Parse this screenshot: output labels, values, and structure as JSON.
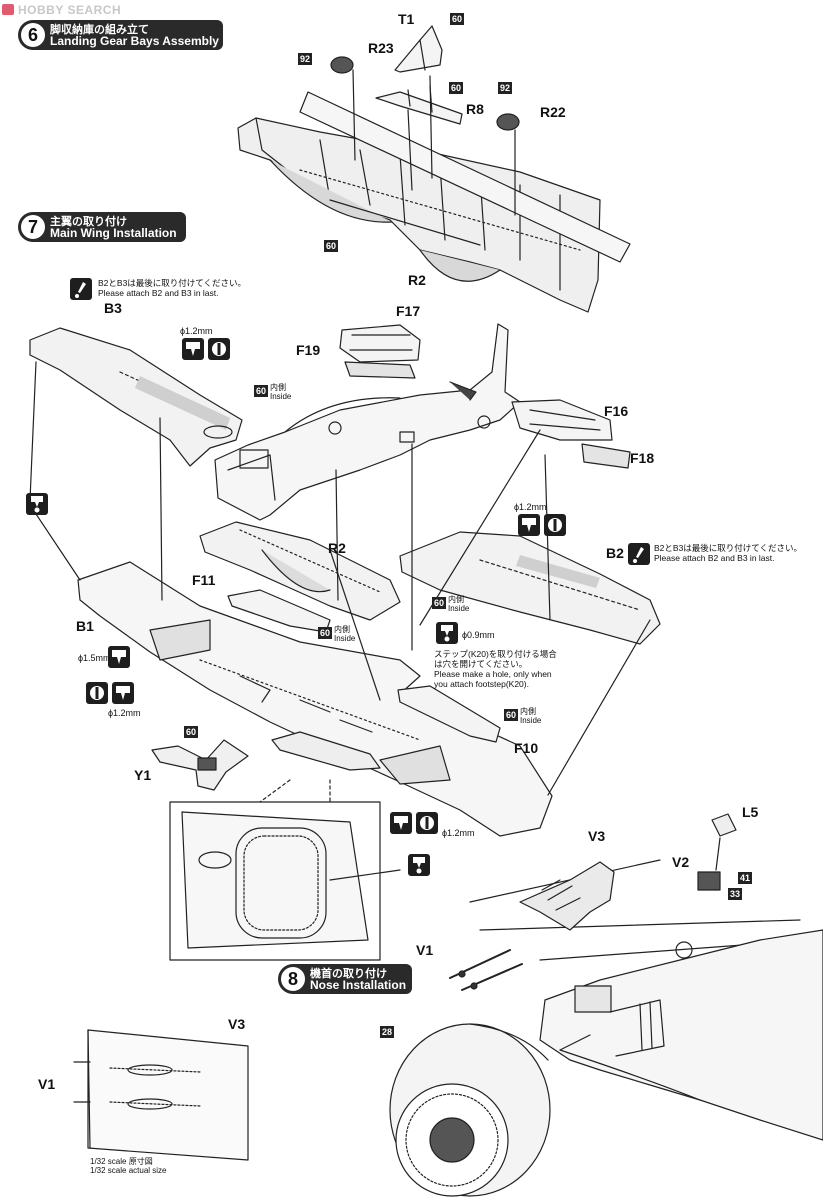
{
  "header": {
    "brand": "HOBBY SEARCH"
  },
  "steps": [
    {
      "number": "6",
      "title_jp": "脚収納庫の組み立て",
      "title_en": "Landing Gear Bays Assembly"
    },
    {
      "number": "7",
      "title_jp": "主翼の取り付け",
      "title_en": "Main Wing Installation"
    },
    {
      "number": "8",
      "title_jp": "機首の取り付け",
      "title_en": "Nose Installation"
    }
  ],
  "parts": {
    "t1": "T1",
    "r23": "R23",
    "r8": "R8",
    "r22": "R22",
    "r2_top": "R2",
    "b3": "B3",
    "f17": "F17",
    "f19": "F19",
    "f16": "F16",
    "f18": "F18",
    "r2_mid": "R2",
    "b2": "B2",
    "f11": "F11",
    "b1": "B1",
    "f10": "F10",
    "y1": "Y1",
    "v3": "V3",
    "l5": "L5",
    "v2": "V2",
    "v1": "V1",
    "v3_scale": "V3",
    "v1_scale": "V1"
  },
  "color_codes": {
    "t1": "60",
    "r23": "92",
    "r8": "60",
    "r22": "92",
    "r2": "60",
    "b3_inside": "60",
    "f11_inside": "60",
    "b2_inside": "60",
    "f10_inside": "60",
    "y1": "60",
    "l5_a": "41",
    "l5_b": "33",
    "v1": "28"
  },
  "inside_label": {
    "jp": "内側",
    "en": "Inside"
  },
  "notes": {
    "attach_last_b3": {
      "jp": "B2とB3は最後に取り付けてください。",
      "en": "Please attach B2 and B3 in last."
    },
    "attach_last_b2": {
      "jp": "B2とB3は最後に取り付けてください。",
      "en": "Please attach B2 and B3 in last."
    },
    "footstep_jp": "ステップ(K20)を取り付ける場合は穴を開けてください。",
    "footstep_en": "Please make a hole, only when you attach footstep(K20)."
  },
  "dimensions": {
    "b3_drill": "ϕ1.2mm",
    "b2_drill": "ϕ1.2mm",
    "b1_drill_a": "ϕ1.5mm",
    "b1_drill_b": "ϕ1.2mm",
    "footstep_drill": "ϕ0.9mm",
    "bottom_drill": "ϕ1.2mm"
  },
  "scale_caption": {
    "jp": "1/32 scale 原寸図",
    "en": "1/32 scale actual size"
  },
  "icons": [
    "exclamation-icon",
    "drill-icon",
    "cut-icon",
    "hole-icon"
  ]
}
